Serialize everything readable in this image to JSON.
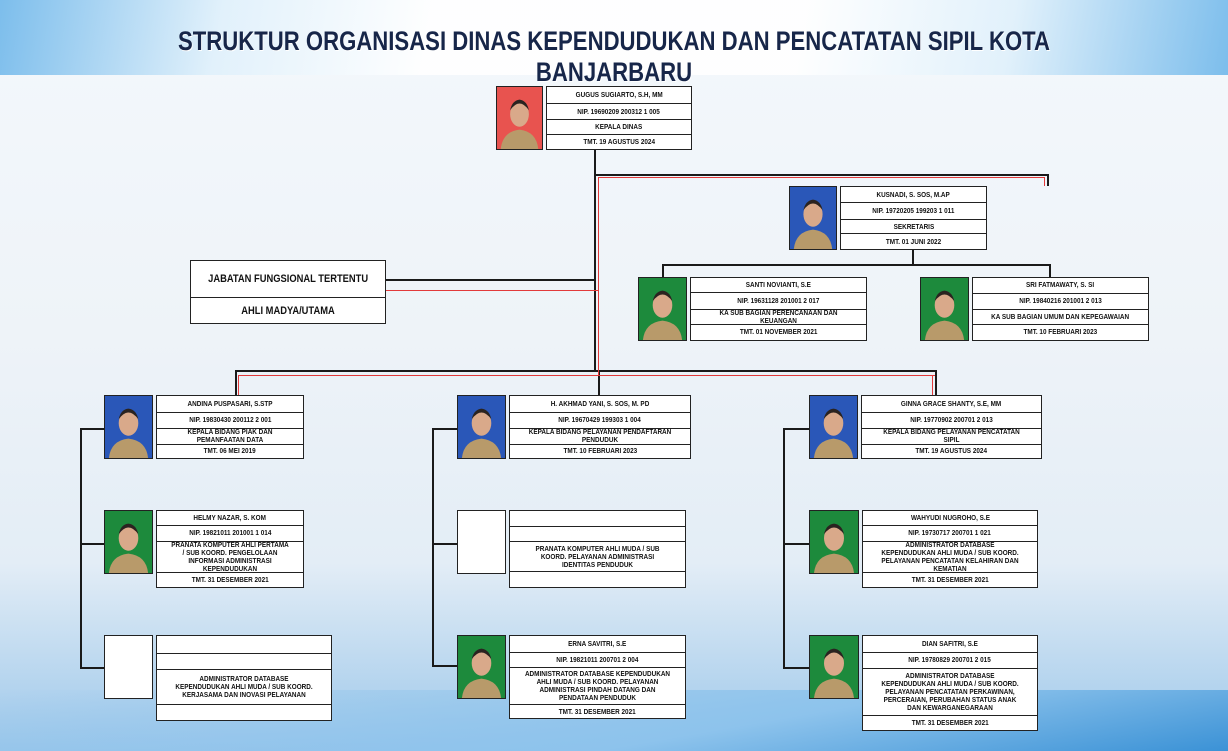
{
  "title": "STRUKTUR ORGANISASI DINAS KEPENDUDUKAN DAN PENCATATAN SIPIL KOTA BANJARBARU",
  "colors": {
    "connector": "#1a1a1a",
    "connector_accent": "#e23a3a",
    "title": "#172649"
  },
  "jabatan_fungsional": {
    "title": "JABATAN FUNGSIONAL TERTENTU",
    "level": "AHLI MADYA/UTAMA"
  },
  "cards": [
    {
      "id": "kepala-dinas",
      "photo_bg": "#e8534f",
      "has_photo": true,
      "name": "GUGUS SUGIARTO, S.H, MM",
      "nip": "NIP. 19690209 200312 1 005",
      "position": "KEPALA DINAS",
      "tmt": "TMT. 19 AGUSTUS 2024"
    },
    {
      "id": "sekretaris",
      "photo_bg": "#2a57b8",
      "has_photo": true,
      "name": "KUSNADI, S. SOS, M.AP",
      "nip": "NIP. 19720205 199203 1 011",
      "position": "SEKRETARIS",
      "tmt": "TMT. 01 JUNI 2022"
    },
    {
      "id": "kasubag-perencanaan",
      "photo_bg": "#1d8a3c",
      "has_photo": true,
      "name": "SANTI NOVIANTI, S.E",
      "nip": "NIP. 19631128 201001 2 017",
      "position": "KA SUB BAGIAN PERENCANAAN DAN KEUANGAN",
      "tmt": "TMT. 01 NOVEMBER 2021"
    },
    {
      "id": "kasubag-umum",
      "photo_bg": "#1d8a3c",
      "has_photo": true,
      "name": "SRI FATMAWATY, S. SI",
      "nip": "NIP. 19840216 201001 2 013",
      "position": "KA SUB BAGIAN UMUM DAN KEPEGAWAIAN",
      "tmt": "TMT. 10 FEBRUARI 2023"
    },
    {
      "id": "kabid-piak",
      "photo_bg": "#2a57b8",
      "has_photo": true,
      "name": "ANDINA PUSPASARI, S.STP",
      "nip": "NIP. 19830430 200112 2 001",
      "position": "KEPALA BIDANG PIAK DAN PEMANFAATAN DATA",
      "tmt": "TMT. 06 MEI 2019"
    },
    {
      "id": "kabid-dafduk",
      "photo_bg": "#2a57b8",
      "has_photo": true,
      "name": "H. AKHMAD YANI, S. SOS, M. PD",
      "nip": "NIP. 19670429 199303 1 004",
      "position": "KEPALA BIDANG PELAYANAN PENDAFTARAN PENDUDUK",
      "tmt": "TMT. 10 FEBRUARI 2023"
    },
    {
      "id": "kabid-capil",
      "photo_bg": "#2a57b8",
      "has_photo": true,
      "name": "GINNA GRACE SHANTY, S.E, MM",
      "nip": "NIP. 19770902 200701 2 013",
      "position": "KEPALA BIDANG PELAYANAN PENCATATAN SIPIL",
      "tmt": "TMT. 19 AGUSTUS 2024"
    },
    {
      "id": "pranata-piak",
      "photo_bg": "#1d8a3c",
      "has_photo": true,
      "name": "HELMY NAZAR, S. KOM",
      "nip": "NIP. 19821011 201001 1 014",
      "position": "PRANATA KOMPUTER AHLI PERTAMA / SUB KOORD. PENGELOLAAN INFORMASI ADMINISTRASI KEPENDUDUKAN",
      "tmt": "TMT. 31 DESEMBER 2021"
    },
    {
      "id": "pranata-dafduk",
      "photo_bg": "#ffffff",
      "has_photo": false,
      "name": "",
      "nip": "",
      "position": "PRANATA KOMPUTER AHLI MUDA / SUB KOORD. PELAYANAN ADMINISTRASI IDENTITAS PENDUDUK",
      "tmt": ""
    },
    {
      "id": "adminduk-capil-1",
      "photo_bg": "#1d8a3c",
      "has_photo": true,
      "name": "WAHYUDI NUGROHO, S.E",
      "nip": "NIP. 19730717 200701 1 021",
      "position": "ADMINISTRATOR DATABASE KEPENDUDUKAN AHLI MUDA / SUB KOORD. PELAYANAN PENCATATAN KELAHIRAN DAN KEMATIAN",
      "tmt": "TMT. 31 DESEMBER 2021"
    },
    {
      "id": "adminduk-piak",
      "photo_bg": "#ffffff",
      "has_photo": false,
      "name": "",
      "nip": "",
      "position": "ADMINISTRATOR DATABASE KEPENDUDUKAN AHLI MUDA / SUB KOORD. KERJASAMA DAN INOVASI PELAYANAN",
      "tmt": ""
    },
    {
      "id": "adminduk-dafduk",
      "photo_bg": "#1d8a3c",
      "has_photo": true,
      "name": "ERNA SAVITRI, S.E",
      "nip": "NIP. 19821011 200701 2 004",
      "position": "ADMINISTRATOR DATABASE KEPENDUDUKAN AHLI MUDA / SUB KOORD. PELAYANAN ADMINISTRASI PINDAH DATANG DAN PENDATAAN PENDUDUK",
      "tmt": "TMT. 31 DESEMBER 2021"
    },
    {
      "id": "adminduk-capil-2",
      "photo_bg": "#1d8a3c",
      "has_photo": true,
      "name": "DIAN SAFITRI, S.E",
      "nip": "NIP. 19780829 200701 2 015",
      "position": "ADMINISTRATOR DATABASE KEPENDUDUKAN AHLI MUDA / SUB KOORD. PELAYANAN PENCATATAN PERKAWINAN, PERCERAIAN, PERUBAHAN STATUS ANAK DAN KEWARGANEGARAAN",
      "tmt": "TMT. 31 DESEMBER 2021"
    }
  ]
}
